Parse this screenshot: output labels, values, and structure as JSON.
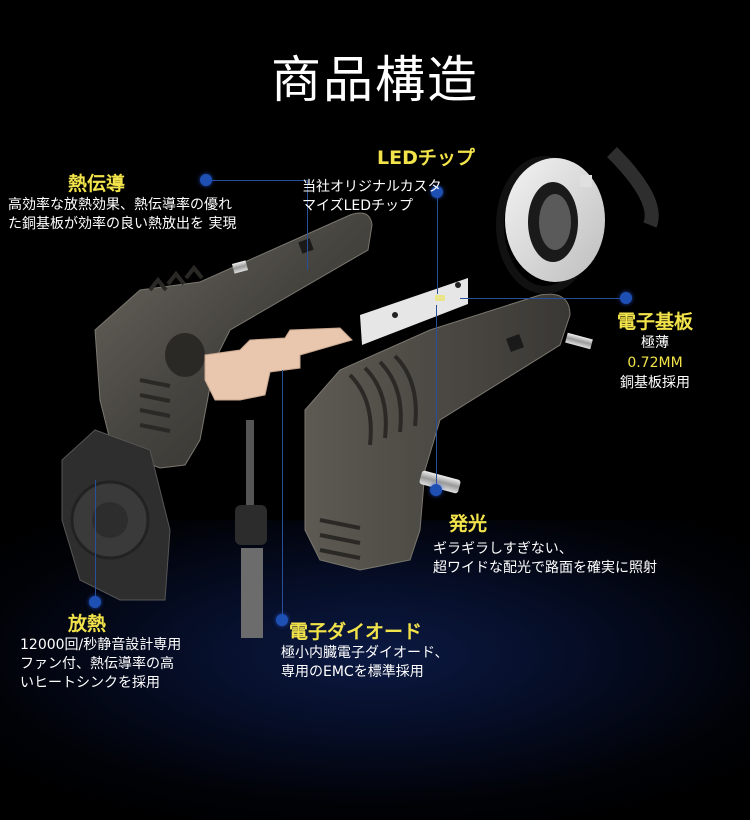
{
  "title": "商品構造",
  "colors": {
    "background": "#000000",
    "heading": "#f2e34a",
    "body_text": "#ffffff",
    "connector": "#2a4f9a",
    "dot": "#1e50b4",
    "copper": "#e9c6ae",
    "housing": "#4a4843"
  },
  "callouts": {
    "heat_conduction": {
      "heading": "熱伝導",
      "body": "高効率な放熱効果、熱伝導率の優れ\nた銅基板が効率の良い熱放出を 実現"
    },
    "led_chip": {
      "heading": "LEDチップ",
      "body": "当社オリジナルカスタ\nマイズLEDチップ"
    },
    "circuit_board": {
      "heading": "電子基板",
      "line1": "極薄",
      "thickness": "0.72MM",
      "line3": "銅基板採用"
    },
    "light_emission": {
      "heading": "発光",
      "body": "ギラギラしすぎない、\n超ワイドな配光で路面を確実に照射"
    },
    "heat_dissipation": {
      "heading": "放熱",
      "body": "12000回/秒静音設計専用\nファン付、熱伝導率の高\nいヒートシンクを採用"
    },
    "diode": {
      "heading": "電子ダイオード",
      "body": "極小内臓電子ダイオード、\n専用のEMCを標準採用"
    }
  },
  "parts": [
    "heat-sink-housing",
    "copper-substrate",
    "cooling-fan",
    "diode-cable",
    "led-chip-board",
    "bulb-body",
    "mounting-ring",
    "o-ring",
    "screw"
  ]
}
